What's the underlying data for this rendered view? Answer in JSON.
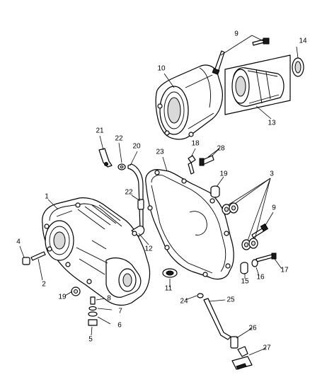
{
  "callouts": [
    {
      "id": "1",
      "label": "1"
    },
    {
      "id": "2",
      "label": "2"
    },
    {
      "id": "3",
      "label": "3"
    },
    {
      "id": "4",
      "label": "4"
    },
    {
      "id": "5",
      "label": "5"
    },
    {
      "id": "6",
      "label": "6"
    },
    {
      "id": "7",
      "label": "7"
    },
    {
      "id": "8",
      "label": "8"
    },
    {
      "id": "9a",
      "label": "9"
    },
    {
      "id": "9b",
      "label": "9"
    },
    {
      "id": "10",
      "label": "10"
    },
    {
      "id": "11",
      "label": "11"
    },
    {
      "id": "12",
      "label": "12"
    },
    {
      "id": "13",
      "label": "13"
    },
    {
      "id": "14",
      "label": "14"
    },
    {
      "id": "15",
      "label": "15"
    },
    {
      "id": "16",
      "label": "16"
    },
    {
      "id": "17",
      "label": "17"
    },
    {
      "id": "18",
      "label": "18"
    },
    {
      "id": "19a",
      "label": "19"
    },
    {
      "id": "19b",
      "label": "19"
    },
    {
      "id": "20",
      "label": "20"
    },
    {
      "id": "21",
      "label": "21"
    },
    {
      "id": "22a",
      "label": "22"
    },
    {
      "id": "22b",
      "label": "22"
    },
    {
      "id": "23",
      "label": "23"
    },
    {
      "id": "24",
      "label": "24"
    },
    {
      "id": "25",
      "label": "25"
    },
    {
      "id": "26",
      "label": "26"
    },
    {
      "id": "27",
      "label": "27"
    },
    {
      "id": "28",
      "label": "28"
    }
  ]
}
